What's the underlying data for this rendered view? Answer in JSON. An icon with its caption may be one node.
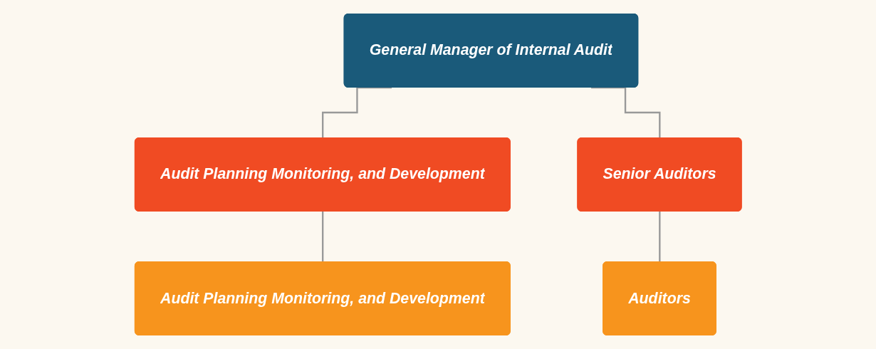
{
  "diagram": {
    "nodes": [
      {
        "text": [
          "General Manager of Internal Audit"
        ]
      },
      {
        "text": [
          "Audit Planning Monitoring, and Development"
        ]
      },
      {
        "text": [
          "Senior Auditors"
        ]
      },
      {
        "text": [
          "Audit Planning Monitoring, and Development"
        ]
      },
      {
        "text": [
          "Auditors"
        ]
      }
    ],
    "edges": [
      {
        "from": 0,
        "to": 1,
        "arrow": "none"
      },
      {
        "from": 0,
        "to": 2,
        "arrow": "none"
      },
      {
        "from": 1,
        "to": 3,
        "arrow": "none"
      },
      {
        "from": 2,
        "to": 4,
        "arrow": "none"
      }
    ]
  }
}
